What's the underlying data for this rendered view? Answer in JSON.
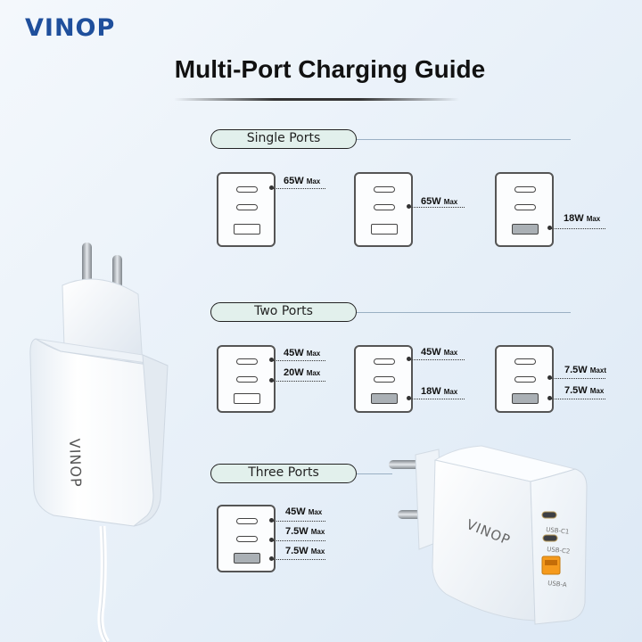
{
  "brand": "VINOP",
  "title": "Multi-Port Charging Guide",
  "sections": {
    "single": {
      "label": "Single Ports",
      "panels": [
        {
          "active": "c1",
          "labels": [
            {
              "value": "65W",
              "unit": "Max"
            }
          ]
        },
        {
          "active": "c2",
          "labels": [
            {
              "value": "65W",
              "unit": "Max"
            }
          ]
        },
        {
          "active": "a",
          "labels": [
            {
              "value": "18W",
              "unit": "Max"
            }
          ]
        }
      ]
    },
    "two": {
      "label": "Two Ports",
      "panels": [
        {
          "labels": [
            {
              "value": "45W",
              "unit": "Max"
            },
            {
              "value": "20W",
              "unit": "Max"
            }
          ]
        },
        {
          "labels": [
            {
              "value": "45W",
              "unit": "Max"
            },
            {
              "value": "18W",
              "unit": "Max"
            }
          ]
        },
        {
          "labels": [
            {
              "value": "7.5W",
              "unit": "Maxt"
            },
            {
              "value": "7.5W",
              "unit": "Max"
            }
          ]
        }
      ]
    },
    "three": {
      "label": "Three Ports",
      "panels": [
        {
          "labels": [
            {
              "value": "45W",
              "unit": "Max"
            },
            {
              "value": "7.5W",
              "unit": "Max"
            },
            {
              "value": "7.5W",
              "unit": "Max"
            }
          ]
        }
      ]
    }
  },
  "charger_left": {
    "logo": "VINOP"
  },
  "charger_right": {
    "logo": "VINOP",
    "port_labels": [
      "USB-C1",
      "USB-C2",
      "USB-A"
    ]
  }
}
